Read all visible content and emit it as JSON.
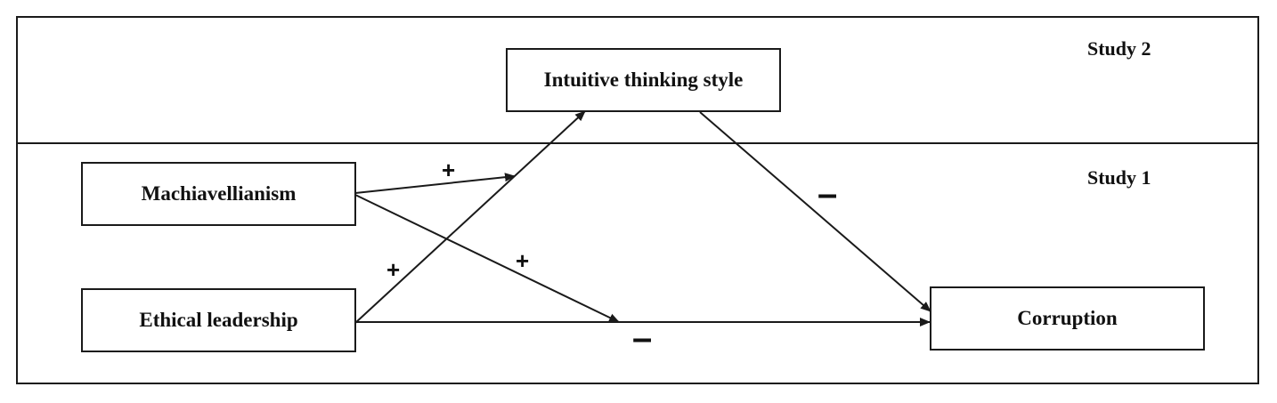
{
  "studies": {
    "study2": "Study 2",
    "study1": "Study 1"
  },
  "nodes": {
    "intuitive": "Intuitive thinking style",
    "machiavellianism": "Machiavellianism",
    "ethical": "Ethical leadership",
    "corruption": "Corruption"
  },
  "path_signs": {
    "mach_to_intuitive_path": "+",
    "ethical_to_intuitive": "+",
    "mach_to_ethical_corruption_path": "+",
    "intuitive_to_corruption": "–",
    "ethical_to_corruption": "–"
  },
  "colors": {
    "line": "#1a1a1a",
    "text": "#111111",
    "background": "#ffffff"
  }
}
